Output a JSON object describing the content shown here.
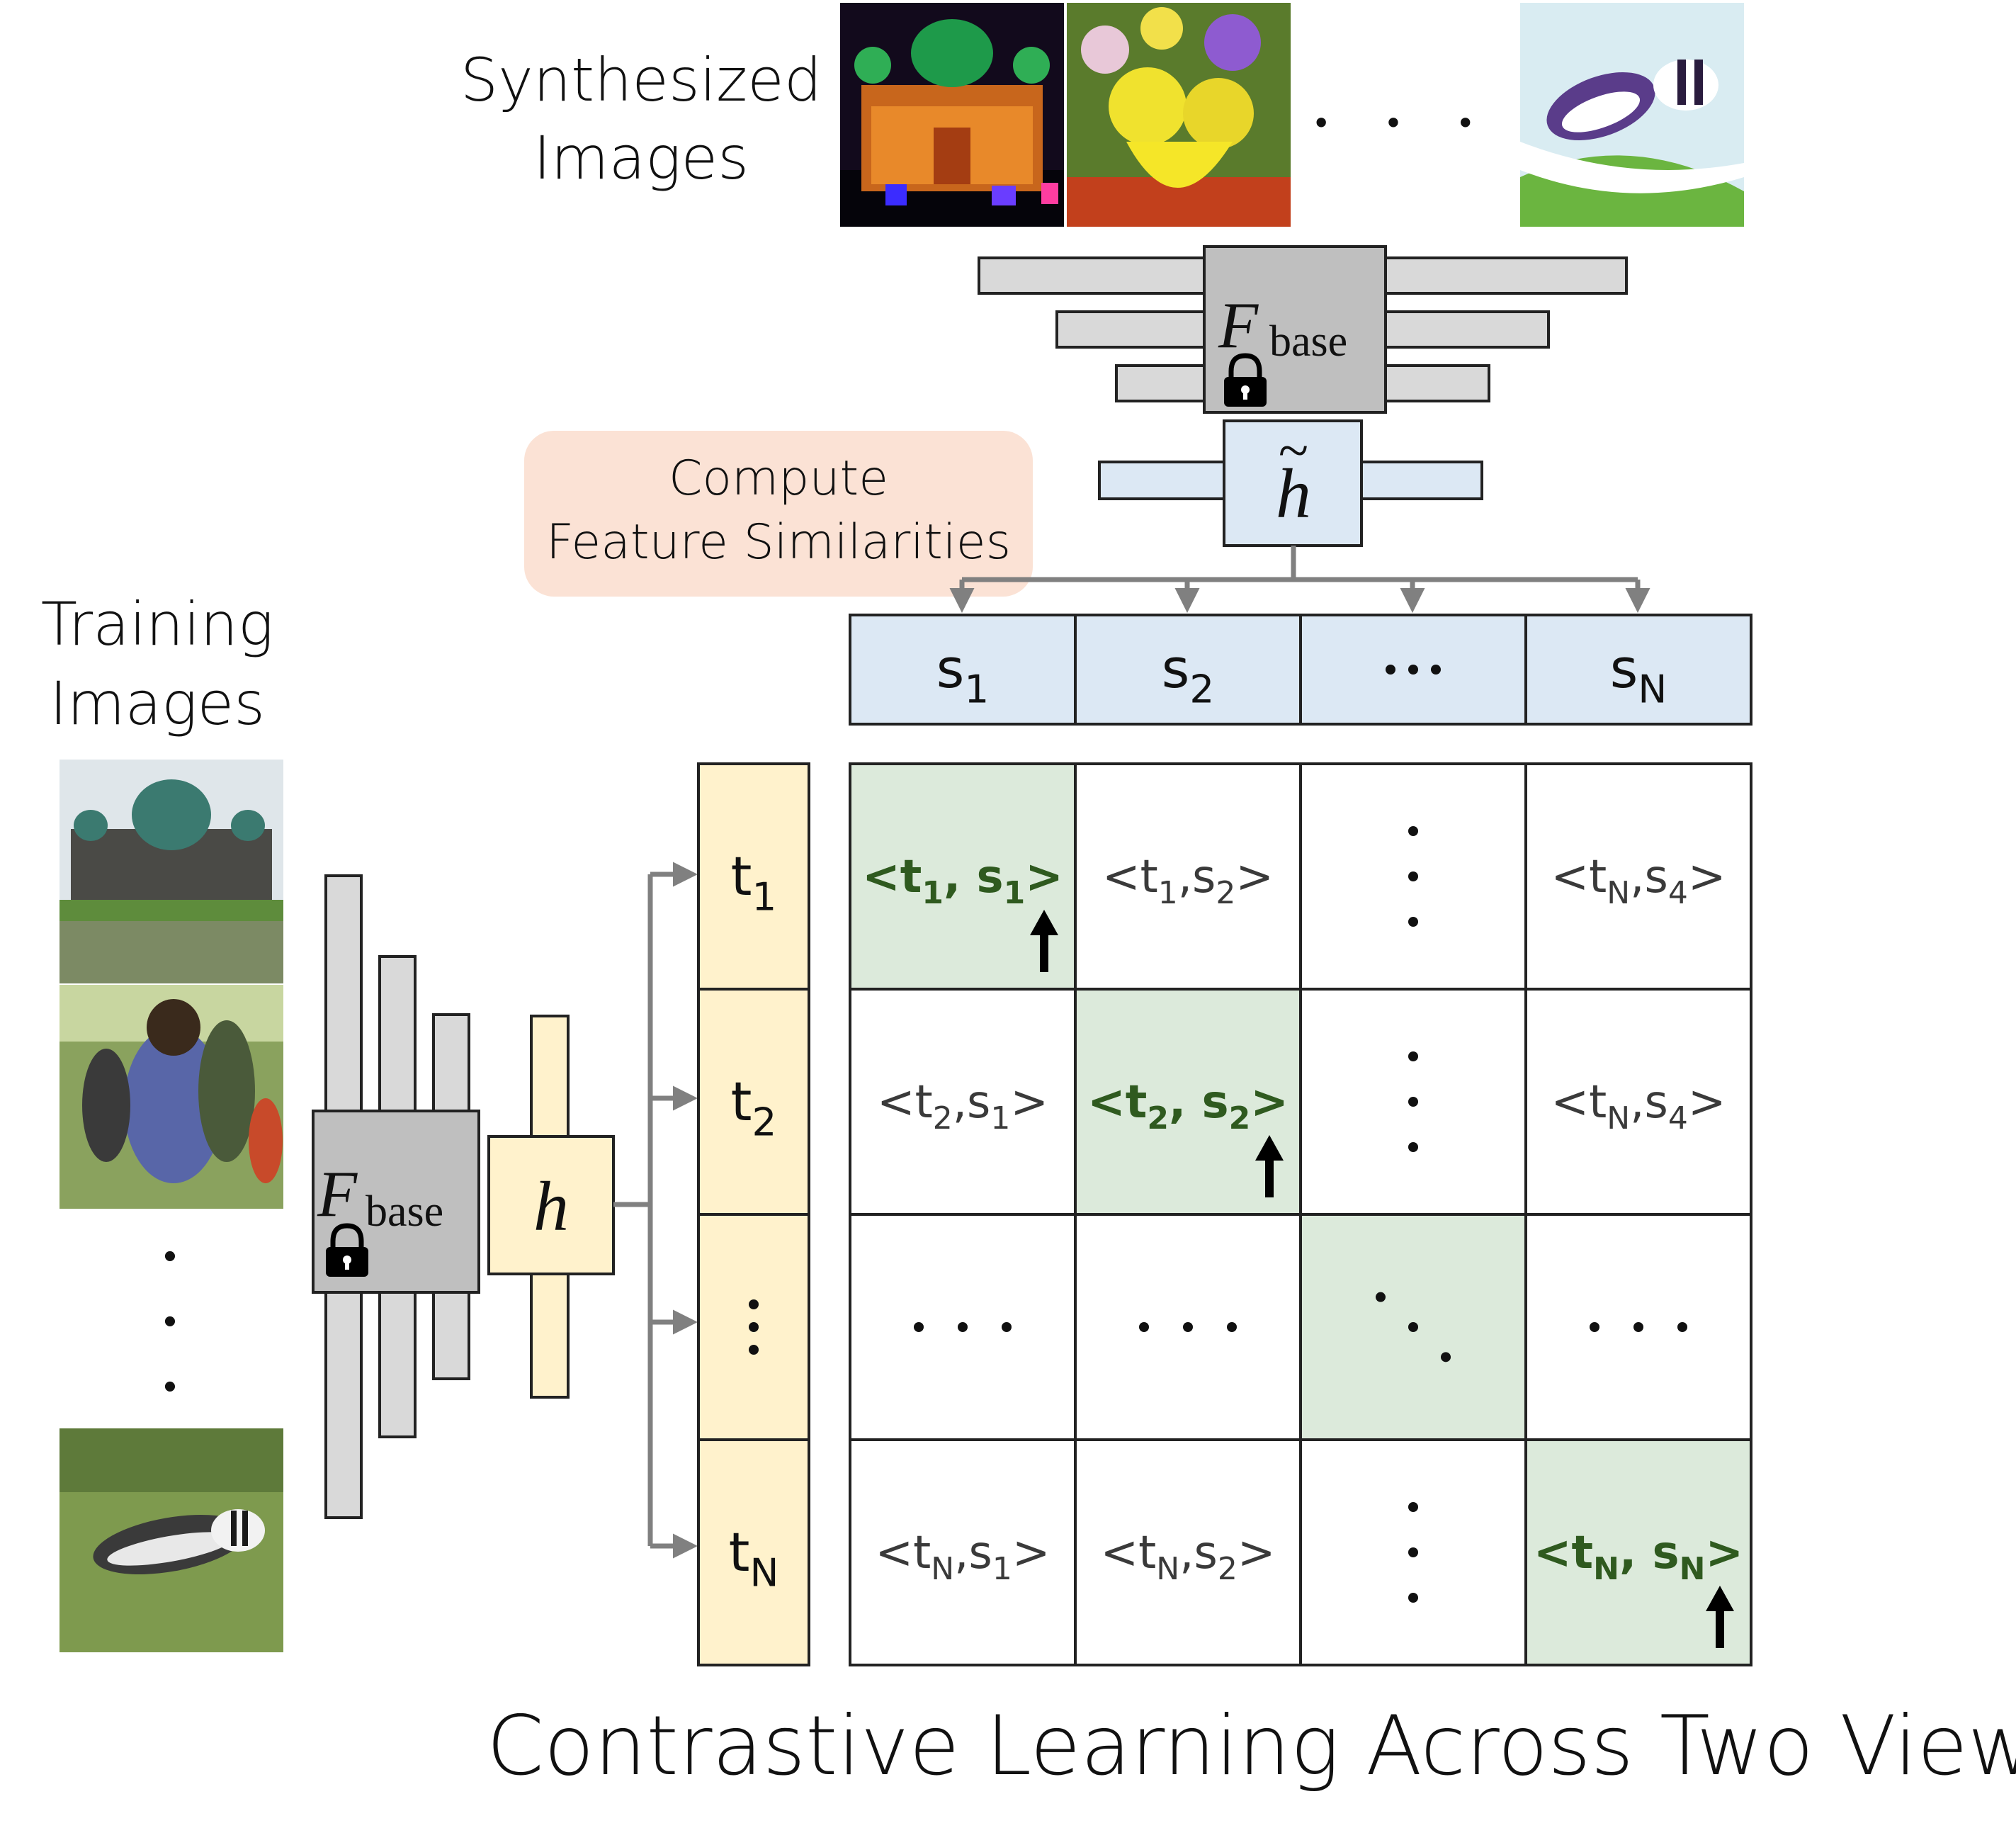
{
  "title": "Contrastive Learning Across Two Views",
  "synthesized_label": [
    "Synthesized",
    "Images"
  ],
  "training_label": [
    "Training",
    "Images"
  ],
  "compute_label": [
    "Compute",
    "Feature Similarities"
  ],
  "fbase_symbol": "F",
  "fbase_subscript": "base",
  "h_tilde_symbol": "h",
  "tilde_mark": "~",
  "h_symbol": "h",
  "ellipsis_glyph": "• • •",
  "synth_images": [
    "cathedral-at-night-image",
    "flower-vase-painting-image",
    "badger-watercolor-image"
  ],
  "train_images": [
    "cathedral-photo-image",
    "botero-painting-image",
    "badger-photo-image"
  ],
  "s_vectors": [
    {
      "base": "s",
      "sub": "1"
    },
    {
      "base": "s",
      "sub": "2"
    },
    {
      "base": "",
      "sub": "",
      "ellipsis": true
    },
    {
      "base": "s",
      "sub": "N"
    }
  ],
  "t_vectors": [
    {
      "base": "t",
      "sub": "1"
    },
    {
      "base": "t",
      "sub": "2"
    },
    {
      "base": "",
      "sub": "",
      "ellipsis": true
    },
    {
      "base": "t",
      "sub": "N"
    }
  ],
  "matrix": [
    [
      {
        "kind": "pair",
        "positive": true,
        "t": "1",
        "s": "1"
      },
      {
        "kind": "pair",
        "t": "1",
        "s": "2"
      },
      {
        "kind": "vdots"
      },
      {
        "kind": "pair",
        "t": "N",
        "s": "4"
      }
    ],
    [
      {
        "kind": "pair",
        "t": "2",
        "s": "1"
      },
      {
        "kind": "pair",
        "positive": true,
        "t": "2",
        "s": "2"
      },
      {
        "kind": "vdots"
      },
      {
        "kind": "pair",
        "t": "N",
        "s": "4"
      }
    ],
    [
      {
        "kind": "hdots"
      },
      {
        "kind": "hdots"
      },
      {
        "kind": "ddots",
        "positive": true
      },
      {
        "kind": "hdots"
      }
    ],
    [
      {
        "kind": "pair",
        "t": "N",
        "s": "1"
      },
      {
        "kind": "pair",
        "t": "N",
        "s": "2"
      },
      {
        "kind": "vdots"
      },
      {
        "kind": "pair",
        "positive": true,
        "t": "N",
        "s": "N"
      }
    ]
  ],
  "colors": {
    "gray_box": "#bfbfbf",
    "gray_layer": "#d9d9d9",
    "blue_fill": "#dce8f4",
    "yellow_fill": "#fff2cc",
    "green_fill": "#dceadb",
    "green_text": "#2f5a1f",
    "salmon_fill": "#fbe2d5",
    "arrow_gray": "#808080"
  }
}
